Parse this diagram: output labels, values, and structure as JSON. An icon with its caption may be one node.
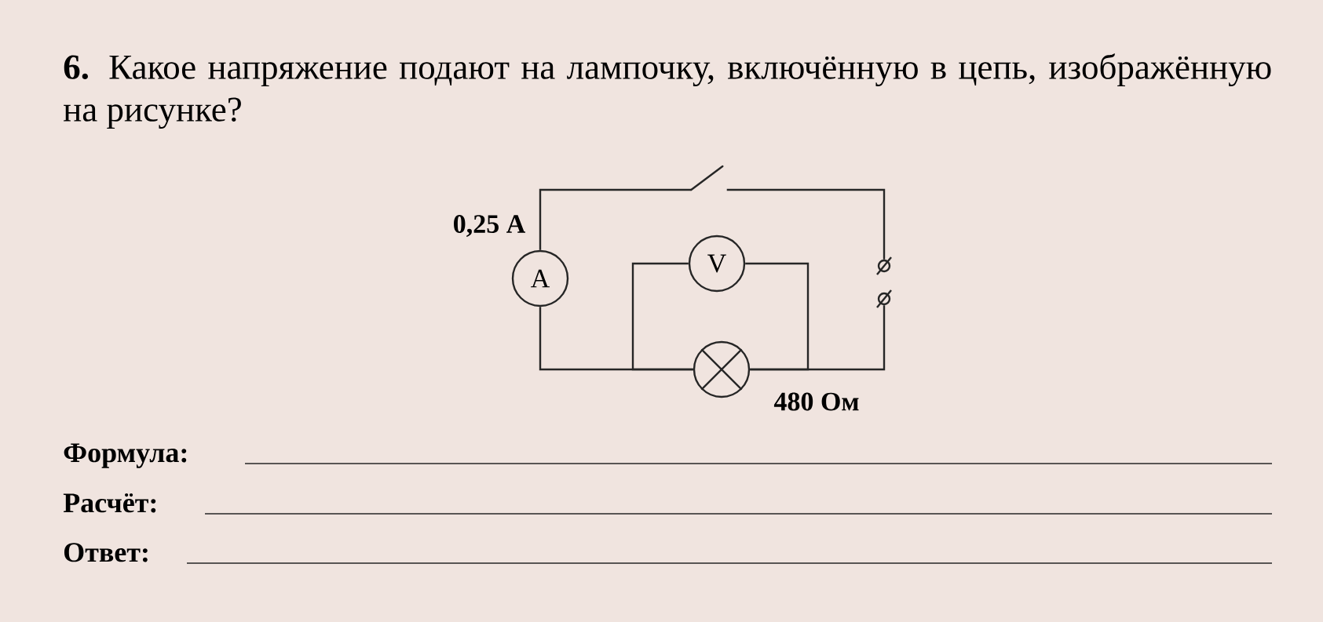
{
  "diagram": {
    "title": "**6.** Какое напряжение подают на лампочку, включённую в цепь, изображённую на рисунке?",
    "nodes": [
      {
        "text": [
          "A"
        ],
        "beside": [
          "0,25 А"
        ]
      },
      {
        "text": [
          "V"
        ]
      },
      {
        "text": [],
        "shape": "circle",
        "beside": [
          "480 Ом"
        ]
      },
      {
        "text": [],
        "shape": "switch"
      },
      {
        "text": [],
        "shape": "circle"
      },
      {
        "text": [],
        "shape": "circle"
      }
    ],
    "edges": [
      {
        "from": 0,
        "to": 3,
        "arrow": "none"
      },
      {
        "from": 3,
        "to": 4,
        "arrow": "none"
      },
      {
        "from": 5,
        "to": 2,
        "arrow": "none"
      },
      {
        "from": 2,
        "to": 0,
        "arrow": "none"
      },
      {
        "from": 1,
        "to": 2,
        "arrow": "none"
      },
      {
        "from": 1,
        "to": 2,
        "arrow": "none"
      }
    ],
    "labels": [
      "Формула:",
      "Расчёт:",
      "Ответ:"
    ]
  }
}
